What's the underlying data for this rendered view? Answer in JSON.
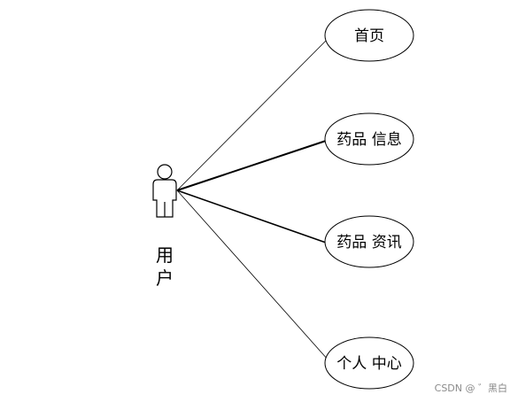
{
  "actor": {
    "name_line1": "用",
    "name_line2": "户",
    "icon": "stick-figure-actor-icon"
  },
  "use_cases": [
    {
      "label": "首页"
    },
    {
      "label": "药品 信息"
    },
    {
      "label": "药品 资讯"
    },
    {
      "label": "个人 中心"
    }
  ],
  "watermark": "CSDN @ ゛黑白",
  "colors": {
    "stroke": "#000000",
    "background": "#ffffff",
    "watermark": "#8a8a8a"
  }
}
